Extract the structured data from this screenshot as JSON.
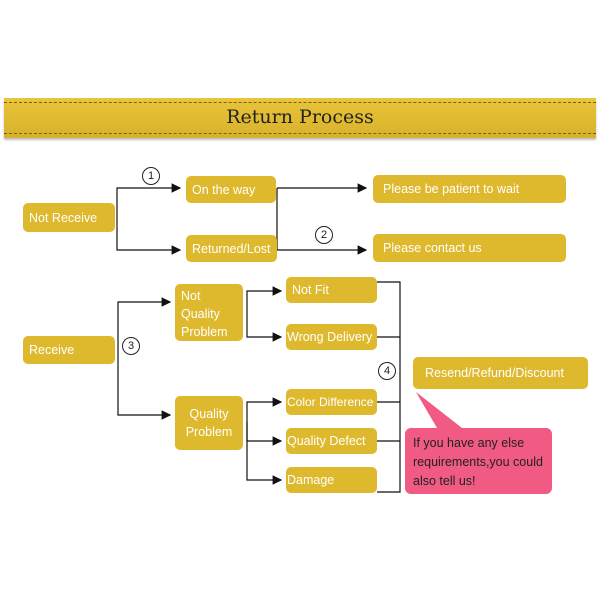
{
  "title": "Return Process",
  "nodes": {
    "not_receive": "Not Receive",
    "on_the_way": "On the way",
    "returned_lost": "Returned/Lost",
    "be_patient": "Please be patient to wait",
    "contact_us": "Please contact us",
    "receive": "Receive",
    "not_quality_problem": "Not Quality Problem",
    "quality_problem": "Quality Problem",
    "not_fit": "Not Fit",
    "wrong_delivery": "Wrong Delivery",
    "color_difference": "Color Difference",
    "quality_defect": "Quality Defect",
    "damage": "Damage",
    "resend": "Resend/Refund/Discount"
  },
  "note": "If you have any else requirements,you could also tell us!",
  "step_numbers": [
    "1",
    "2",
    "3",
    "4"
  ]
}
